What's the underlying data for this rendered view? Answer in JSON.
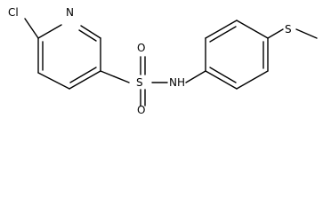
{
  "atoms": {
    "chlorine": "Cl",
    "pyridine_nitrogen": "N",
    "sulfur": "S",
    "oxygen_top": "O",
    "oxygen_bottom": "O",
    "amine": "NH",
    "thioether_sulfur": "S"
  }
}
